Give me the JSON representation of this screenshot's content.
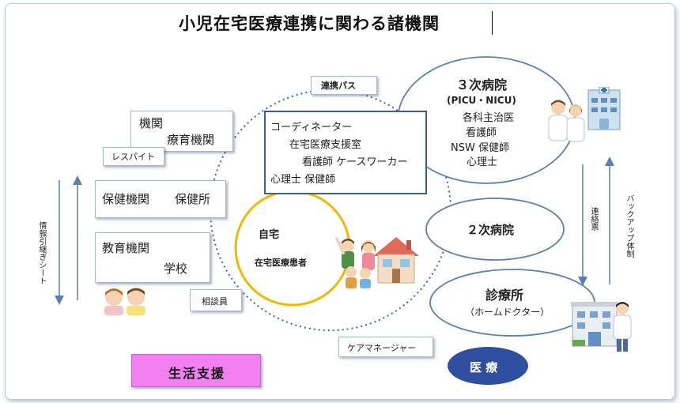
{
  "title": "小児在宅医療連携に関わる諸機関",
  "labels": {
    "renkei_pass": "連携パス",
    "kikan": "機関",
    "ryouiku_kikan": "療育機関",
    "respite": "レスパイト",
    "hoken_kikan": "保健機関",
    "hokenjo": "保健所",
    "kyouiku_kikan": "教育機関",
    "gakkou": "学校",
    "soudanin": "相談員",
    "hikitsugi_sheet": "情報引継ぎシート",
    "coordinator": "コーディネーター",
    "zaitaku_shien": "在宅医療支援室",
    "kango_caseworker": "看護師 ケースワーカー",
    "shinri_hoken": "心理士 保健師",
    "jitaku": "自宅",
    "zaitaku_kanja": "在宅医療患者",
    "care_manager": "ケアマネージャー",
    "seikatsu_shien": "生活支援",
    "iryou": "医 療",
    "hospital3_title": "３次病院",
    "hospital3_sub": "(PICU・NICU)",
    "hospital3_line1": "各科主治医",
    "hospital3_line2": "看護師",
    "hospital3_line3": "NSW 保健師",
    "hospital3_line4": "心理士",
    "hospital2": "２次病院",
    "clinic_title": "診療所",
    "clinic_sub": "（ホームドクター）",
    "renkei_hyou": "連絡票",
    "backup": "バックアップ体制"
  },
  "colors": {
    "title": "#111111",
    "circle_dotted": "#3a64a6",
    "home_circle": "#f2b705",
    "ellipse_border": "#5b7fb5",
    "seikatsu_bg": "#f27ff2",
    "iryou_bg": "#2f4ea0",
    "arrow": "#5b7fb5",
    "coord_border": "#3e5f8a"
  },
  "icons": [
    "hospital-building-icon",
    "clinic-building-icon",
    "house-icon",
    "doctors-icon",
    "family-icon",
    "children-icon",
    "doctor-icon"
  ]
}
